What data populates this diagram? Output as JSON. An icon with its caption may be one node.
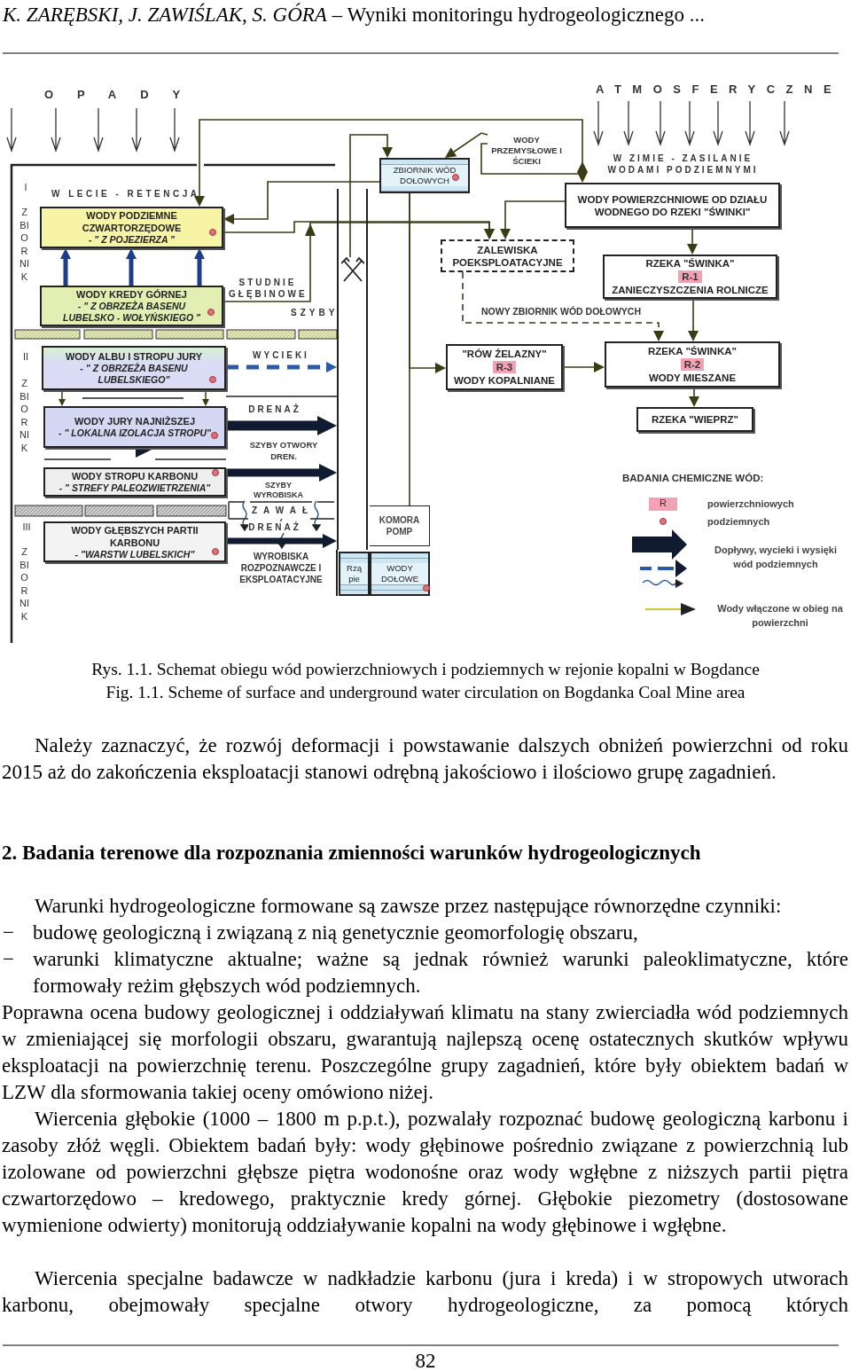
{
  "diagram": {
    "caption": "Rys. 1.1. Schemat obiegu wód powierzchniowych i podziemnych w rejonie kopalni w Bogdance",
    "nodes": [
      {
        "text": [
          "WODY PODZIEMNE CZWARTORZĘDOWE",
          "- \" Z POJEZIERZA \""
        ]
      },
      {
        "text": [
          "WODY KREDY GÓRNEJ",
          "- \" Z OBRZEŻA BASENU LUBELSKO - WOŁYŃSKIEGO \""
        ]
      },
      {
        "text": [
          "WODY ALBU I STROPU JURY",
          "- \" Z OBRZEŻA BASENU LUBELSKIEGO\""
        ]
      },
      {
        "text": [
          "WODY JURY NAJNIŻSZEJ",
          "- \" LOKALNA IZOLACJA STROPU\""
        ]
      },
      {
        "text": [
          "WODY STROPU KARBONU",
          "- \" STREFY PALEOZWIETRZENIA\""
        ]
      },
      {
        "text": [
          "WODY GŁĘBSZYCH PARTII KARBONU",
          "- \"WARSTW LUBELSKICH\""
        ]
      },
      {
        "text": [
          "ZBIORNIK WÓD DOŁOWYCH"
        ]
      },
      {
        "text": [
          "WODY POWIERZCHNIOWE OD DZIAŁU WODNEGO DO RZEKI \"ŚWINKI\""
        ]
      },
      {
        "text": [
          "ZALEWISKA POEKSPLOATACYJNE"
        ]
      },
      {
        "text": [
          "RZEKA \"ŚWINKA\"",
          "R-1",
          "ZANIECZYSZCZENIA ROLNICZE"
        ]
      },
      {
        "text": [
          "\"RÓW ŻELAZNY\"",
          "R-3",
          "WODY KOPALNIANE"
        ]
      },
      {
        "text": [
          "RZEKA \"ŚWINKA\"",
          "R-2",
          "WODY MIESZANE"
        ]
      },
      {
        "text": [
          "RZEKA  \"WIEPRZ\""
        ]
      },
      {
        "text": [
          "KOMORA POMP"
        ]
      },
      {
        "text": [
          "Rzą pie"
        ]
      },
      {
        "text": [
          "WODY DOŁOWE"
        ]
      },
      {
        "text": [
          "WODY PRZEMYSŁOWE I ŚCIEKI"
        ]
      },
      {
        "text": [],
        "shape": "shaft"
      },
      {
        "text": [],
        "shape": "hammers",
        "in": 17
      }
    ],
    "edges": [
      {
        "from": 0,
        "to": 7,
        "arrow": "both"
      },
      {
        "from": 18,
        "to": 6,
        "arrow": "to"
      },
      {
        "from": 6,
        "to": 0,
        "arrow": "to"
      },
      {
        "from": 0,
        "to": 8,
        "arrow": "to"
      },
      {
        "from": 1,
        "to": 8,
        "arrow": "to",
        "label": "STUDNIE GŁĘBINOWE"
      },
      {
        "from": 7,
        "to": 8,
        "arrow": "to"
      },
      {
        "from": 7,
        "to": 9,
        "arrow": "to"
      },
      {
        "from": 9,
        "to": 11,
        "arrow": "to"
      },
      {
        "from": 8,
        "to": 11,
        "arrow": "to",
        "label": "NOWY ZBIORNIK WÓD DOŁOWYCH",
        "style": "dashed"
      },
      {
        "from": 6,
        "to": 10,
        "arrow": "to"
      },
      {
        "from": 13,
        "to": 6,
        "arrow": "none"
      },
      {
        "from": 10,
        "to": 11,
        "arrow": "to"
      },
      {
        "from": 11,
        "to": 12,
        "arrow": "to"
      },
      {
        "from": 16,
        "to": 6,
        "arrow": "to"
      },
      {
        "from": 16,
        "to": 7,
        "arrow": "to"
      },
      {
        "from": 1,
        "to": 0,
        "arrow": "to",
        "style": "thick",
        "color": "#1e3c8c"
      },
      {
        "from": 1,
        "to": 0,
        "arrow": "to",
        "style": "thick",
        "color": "#1e3c8c"
      },
      {
        "from": 1,
        "to": 0,
        "arrow": "to",
        "style": "thick",
        "color": "#1e3c8c"
      },
      {
        "from": 2,
        "to": 3,
        "arrow": "to"
      },
      {
        "from": 2,
        "to": 3,
        "arrow": "to"
      },
      {
        "from": 3,
        "to": 4,
        "arrow": "to",
        "style": "thick"
      },
      {
        "from": 2,
        "to": 17,
        "arrow": "to",
        "label": "WYCIEKI",
        "style": "dashed",
        "color": "#2a5aa8"
      },
      {
        "from": 3,
        "to": 17,
        "arrow": "to",
        "label": "DRENAŻ",
        "style": "thick"
      },
      {
        "from": 4,
        "to": 17,
        "arrow": "to",
        "style": "thick"
      },
      {
        "from": 5,
        "to": 17,
        "arrow": "to",
        "label": "DRENAŻ",
        "style": "thick"
      }
    ],
    "labels": [
      "*K. ZARĘBSKI, J. ZAWIŚLAK, S. GÓRA* – Wyniki monitoringu hydrogeologicznego ...",
      "OPADY",
      "ATMOSFERYCZNE",
      "W ZIMIE - ZASILANIE WODAMI PODZIEMNYMI",
      "W LECIE - RETENCJA",
      "I",
      "ZBIORNIK",
      "SZYBY",
      "II",
      "ZBIORNIK",
      "SZYBY OTWORY DREN.",
      "SZYBY WYROBISKA",
      "ZAWAŁ",
      "III",
      "ZBIORNIK",
      "WYROBISKA ROZPOZNAWCZE I EKSPLOATACYJNE",
      "BADANIA CHEMICZNE WÓD:",
      "R",
      "Fig. 1.1. Scheme of surface and underground water circulation on Bogdanka Coal Mine area",
      "Należy zaznaczyć, że rozwój deformacji i powstawanie dalszych obniżeń powierzchni od roku 2015 aż do zakończenia eksploatacji stanowi odrębną jakościowo i ilościowo grupę zagadnień.",
      "2. Badania terenowe dla rozpoznania zmienności warunków hydrogeologicznych",
      "Warunki hydrogeologiczne formowane są zawsze przez następujące równorzędne czynniki:",
      "−",
      "budowę geologiczną i związaną z nią genetycznie geomorfologię obszaru,",
      "−",
      "warunki klimatyczne aktualne; ważne są jednak również warunki paleoklimatyczne, które formowały reżim głębszych wód podziemnych.",
      "Poprawna ocena budowy geologicznej i oddziaływań klimatu na stany zwierciadła wód podziemnych w zmieniającej się morfologii obszaru, gwarantują najlepszą ocenę ostatecznych skutków wpływu eksploatacji na powierzchnię terenu. Poszczególne grupy zagadnień, które były obiektem badań w LZW dla sformowania takiej oceny omówiono niżej.",
      "Wiercenia głębokie (1000 – 1800 m p.p.t.), pozwalały rozpoznać budowę geologiczną karbonu i zasoby złóż węgli. Obiektem badań były: wody głębinowe pośrednio związane z powierzchnią lub izolowane od powierzchni głębsze piętra wodonośne oraz wody wgłębne z niższych partii piętra czwartorzędowo – kredowego, praktycznie kredy górnej. Głębokie piezometry (dostosowane wymienione odwierty) monitorują oddziaływanie kopalni na wody głębinowe i wgłębne.",
      "Wiercenia specjalne badawcze w nadkładzie karbonu (jura i kreda) i w stropowych utworach karbonu, obejmowały specjalne otwory hydrogeologiczne, za pomocą których",
      "82"
    ],
    "legend": [
      {
        "text": "powierzchniowych",
        "color": "#f2a2b4"
      },
      {
        "text": "podziemnych"
      },
      {
        "text": "Dopływy, wycieki i wysięki wód podziemnych"
      },
      {
        "text": "Wody włączone w obieg na powierzchni"
      }
    ]
  }
}
